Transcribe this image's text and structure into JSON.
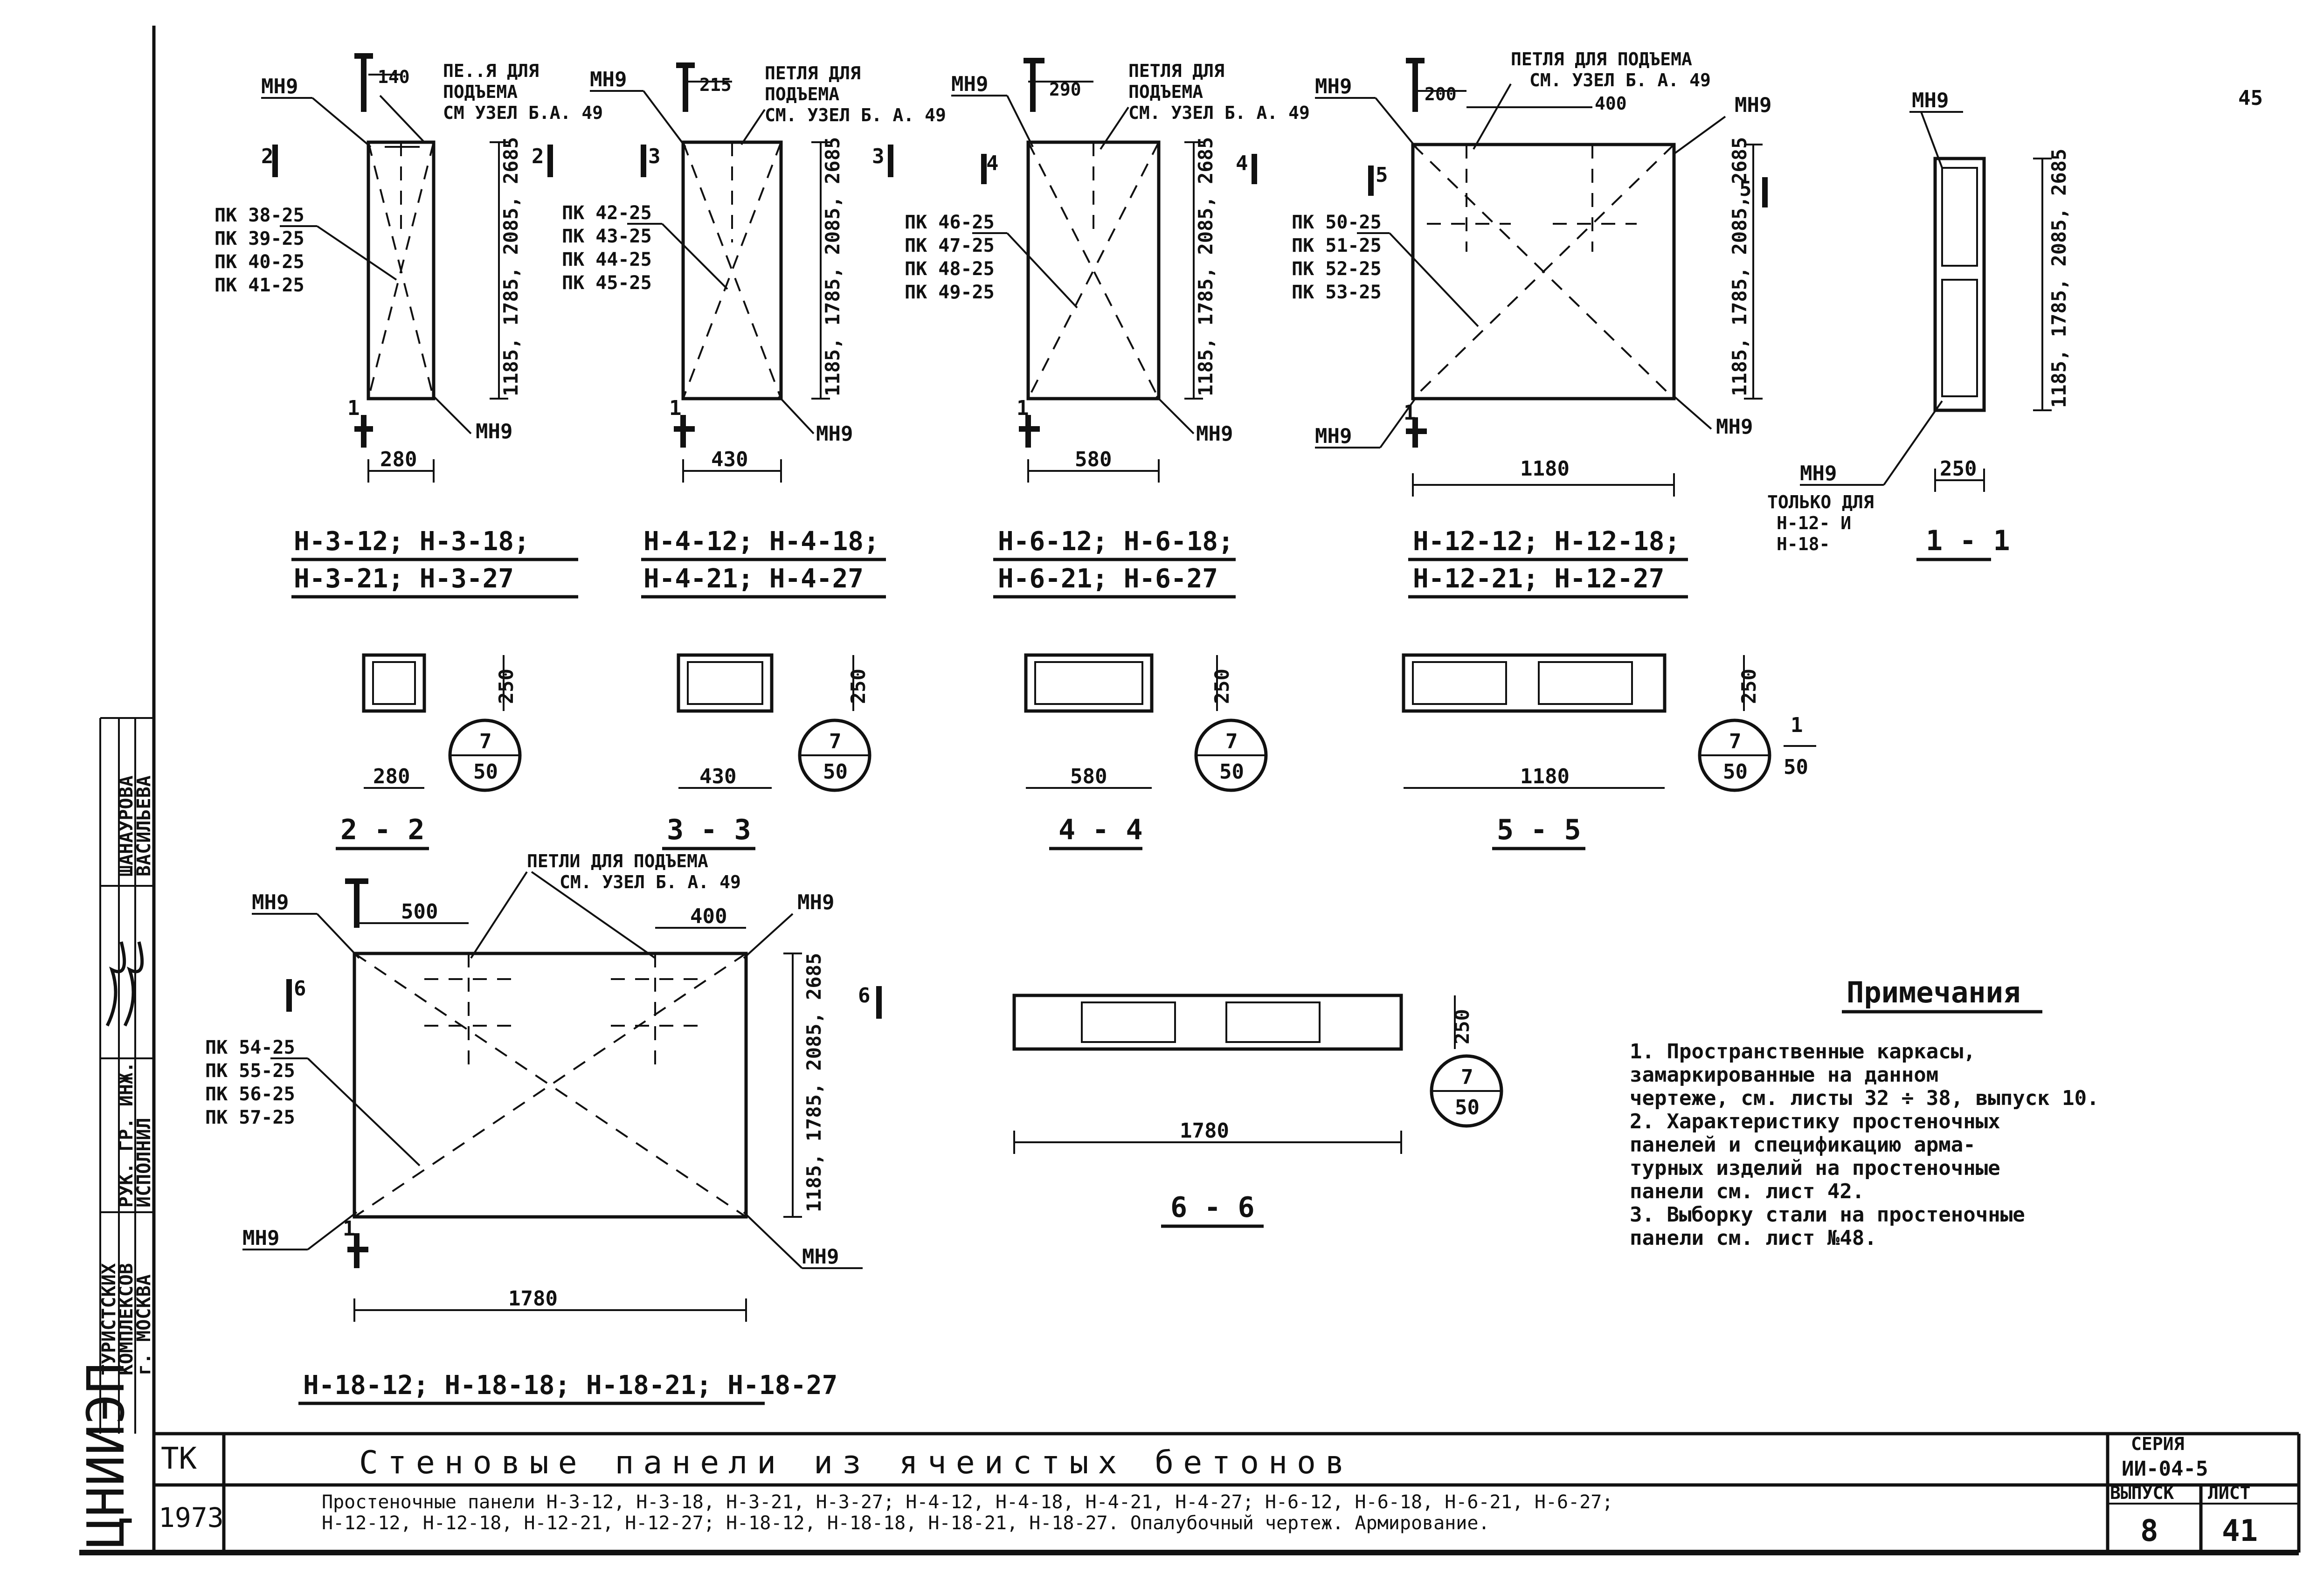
{
  "page_number": "45",
  "elements": {
    "mh9": "МН9",
    "loop_label_1": [
      "ПЕ..Я ДЛЯ",
      "ПОДЪЕМА",
      "СМ УЗЕЛ Б.А. 49"
    ],
    "loop_label_2": [
      "ПЕТЛЯ ДЛЯ",
      "ПОДЪЕМА",
      "СМ. УЗЕЛ Б. А. 49"
    ],
    "loop_label_3": [
      "ПЕТЛЯ ДЛЯ",
      "ПОДЪЕМА",
      "СМ. УЗЕЛ Б. А. 49"
    ],
    "loop_label_4": [
      "ПЕТЛЯ ДЛЯ ПОДЪЕМА",
      "СМ. УЗЕЛ Б. А. 49"
    ],
    "loop_label_6": [
      "ПЕТЛИ ДЛЯ ПОДЪЕМА",
      "СМ. УЗЕЛ Б. А. 49"
    ],
    "only_for": [
      "ТОЛЬКО ДЛЯ",
      "Н-12- И",
      "Н-18-"
    ]
  },
  "panels": [
    {
      "codes": [
        "ПК 38-25",
        "ПК 39-25",
        "ПК 40-25",
        "ПК 41-25"
      ],
      "width": "280",
      "height": "1185, 1785, 2085, 2685",
      "top_dim": "140",
      "marks": [
        "Н-3-12; Н-3-18;",
        "Н-3-21; Н-3-27"
      ],
      "cut_num": "2",
      "section_width": "280",
      "section_depth": "250",
      "section_label": "2 - 2"
    },
    {
      "codes": [
        "ПК 42-25",
        "ПК 43-25",
        "ПК 44-25",
        "ПК 45-25"
      ],
      "width": "430",
      "height": "1185, 1785, 2085, 2685",
      "top_dim": "215",
      "marks": [
        "Н-4-12; Н-4-18;",
        "Н-4-21; Н-4-27"
      ],
      "cut_num": "3",
      "section_width": "430",
      "section_depth": "250",
      "section_label": "3 - 3"
    },
    {
      "codes": [
        "ПК 46-25",
        "ПК 47-25",
        "ПК 48-25",
        "ПК 49-25"
      ],
      "width": "580",
      "height": "1185, 1785, 2085, 2685",
      "top_dim": "290",
      "marks": [
        "Н-6-12; Н-6-18;",
        "Н-6-21; Н-6-27"
      ],
      "cut_num": "4",
      "section_width": "580",
      "section_depth": "250",
      "section_label": "4 - 4"
    },
    {
      "codes": [
        "ПК 50-25",
        "ПК 51-25",
        "ПК 52-25",
        "ПК 53-25"
      ],
      "width": "1180",
      "height": "1185, 1785, 2085, 2685",
      "top_dim": "200",
      "top_dim2": "400",
      "marks": [
        "Н-12-12; Н-12-18;",
        "Н-12-21; Н-12-27"
      ],
      "cut_num": "5",
      "section_width": "1180",
      "section_depth": "250",
      "section_label": "5 - 5"
    }
  ],
  "panel18": {
    "codes": [
      "ПК 54-25",
      "ПК 55-25",
      "ПК 56-25",
      "ПК 57-25"
    ],
    "width": "1780",
    "height": "1185, 1785, 2085, 2685",
    "top_dim": "500",
    "top_dim2": "400",
    "marks": "Н-18-12; Н-18-18; Н-18-21; Н-18-27",
    "cut_num": "6",
    "section_width": "1780",
    "section_depth": "250",
    "section_label": "6 - 6"
  },
  "side_section": {
    "height": "1185, 1785, 2085, 2685",
    "width": "250",
    "label": "1 - 1",
    "cut_num": "1"
  },
  "node_ref": {
    "top": "7",
    "bottom": "50"
  },
  "extra_note": {
    "top": "1",
    "bottom": "50"
  },
  "notes": {
    "title": "Примечания",
    "items": [
      "1. Пространственные каркасы,",
      "   замаркированные на данном",
      "   чертеже, см. листы 32 ÷ 38, выпуск 10.",
      "2. Характеристику простеночных",
      "   панелей и спецификацию арма-",
      "   турных изделий на простеночные",
      "   панели см. лист 42.",
      "3. Выборку стали на простеночные",
      "   панели см. лист №48."
    ]
  },
  "title_block": {
    "tk": "ТК",
    "year": "1973",
    "main_title": "Стеновые панели из ячеистых бетонов",
    "desc1": "Простеночные панели Н-3-12, Н-3-18, Н-3-21, Н-3-27; Н-4-12, Н-4-18, Н-4-21, Н-4-27; Н-6-12, Н-6-18, Н-6-21, Н-6-27;",
    "desc2": "Н-12-12, Н-12-18, Н-12-21, Н-12-27; Н-18-12, Н-18-18, Н-18-21, Н-18-27. Опалубочный чертеж. Армирование.",
    "series_label": "СЕРИЯ",
    "series_value": "ИИ-04-5",
    "issue_label": "ВЫПУСК",
    "issue_value": "8",
    "sheet_label": "ЛИСТ",
    "sheet_value": "41",
    "org": [
      "ТУРИСТСКИХ",
      "КОМПЛЕКСОВ",
      "г. МОСКВА"
    ],
    "roles": [
      "РУК. ГР. ИНЖ.",
      "ИСПОЛНИЛ"
    ],
    "names": [
      "ШАНАУРОВА",
      "ВАСИЛЬЕВА"
    ],
    "logo": "ЦНИИЭП"
  }
}
